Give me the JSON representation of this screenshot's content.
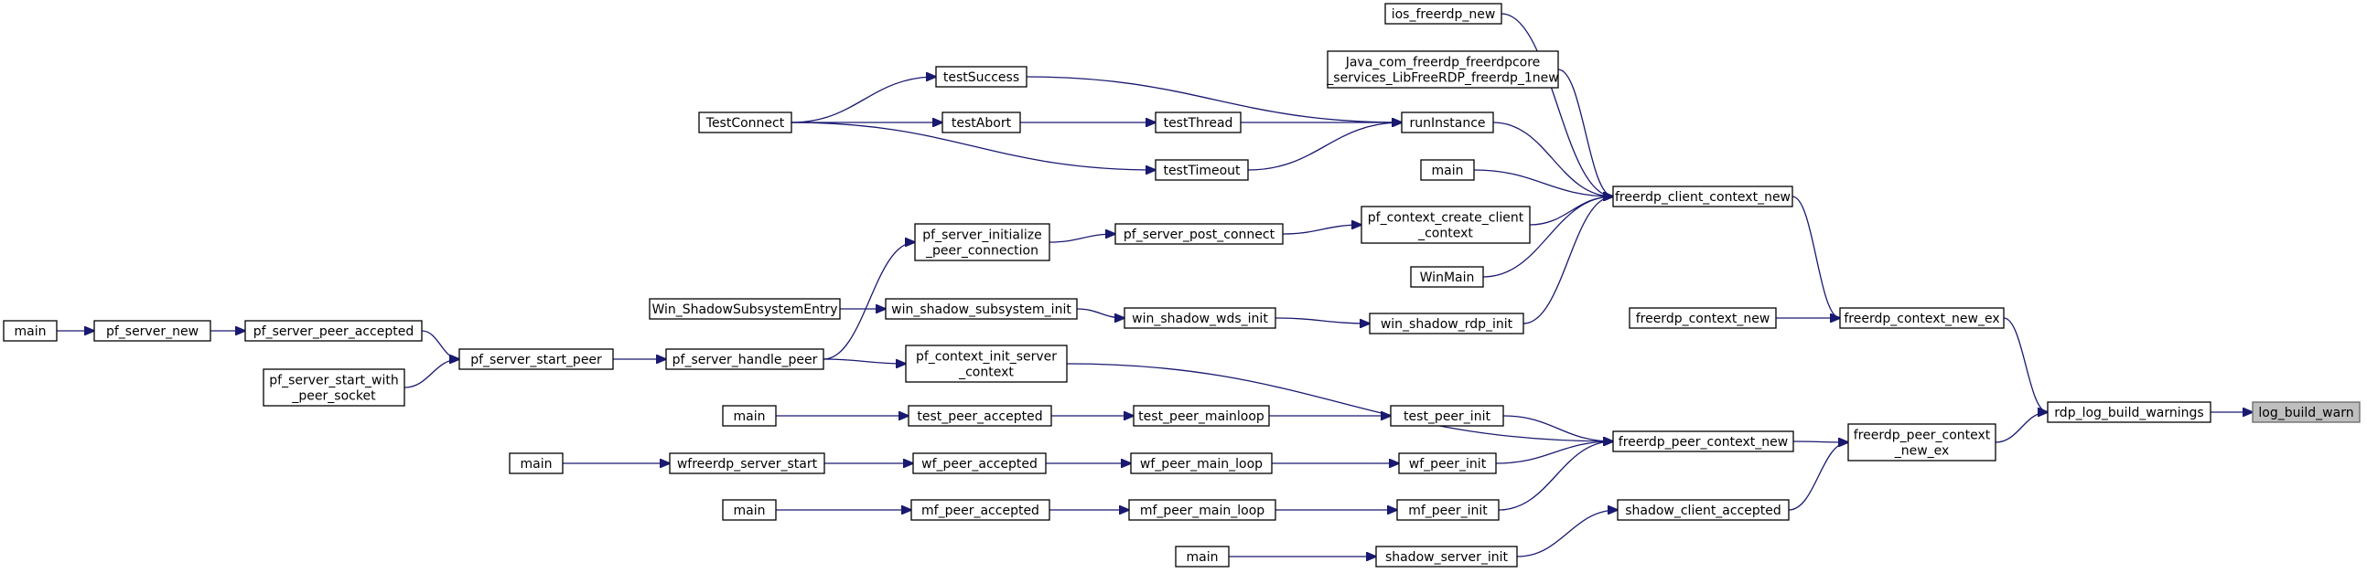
{
  "graph": {
    "focus_node": "log_build_warn",
    "colors": {
      "edge": "#191970",
      "node_border": "#000000",
      "focus_fill": "#bfbfbf",
      "focus_border": "#666666",
      "node_fill": "#ffffff"
    },
    "nodes": [
      {
        "id": "log_build_warn",
        "lines": [
          "log_build_warn"
        ]
      },
      {
        "id": "rdp_log_build_warnings",
        "lines": [
          "rdp_log_build_warnings"
        ]
      },
      {
        "id": "freerdp_context_new_ex",
        "lines": [
          "freerdp_context_new_ex"
        ]
      },
      {
        "id": "freerdp_peer_context_new_ex",
        "lines": [
          "freerdp_peer_context",
          "_new_ex"
        ]
      },
      {
        "id": "freerdp_context_new",
        "lines": [
          "freerdp_context_new"
        ]
      },
      {
        "id": "freerdp_client_context_new",
        "lines": [
          "freerdp_client_context_new"
        ]
      },
      {
        "id": "freerdp_peer_context_new",
        "lines": [
          "freerdp_peer_context_new"
        ]
      },
      {
        "id": "shadow_client_accepted",
        "lines": [
          "shadow_client_accepted"
        ]
      },
      {
        "id": "ios_freerdp_new",
        "lines": [
          "ios_freerdp_new"
        ]
      },
      {
        "id": "java_new",
        "lines": [
          "Java_com_freerdp_freerdpcore",
          "_services_LibFreeRDP_freerdp_1new"
        ]
      },
      {
        "id": "runInstance",
        "lines": [
          "runInstance"
        ]
      },
      {
        "id": "main_a",
        "lines": [
          "main"
        ]
      },
      {
        "id": "pf_context_create_client_context",
        "lines": [
          "pf_context_create_client",
          "_context"
        ]
      },
      {
        "id": "WinMain",
        "lines": [
          "WinMain"
        ]
      },
      {
        "id": "win_shadow_rdp_init",
        "lines": [
          "win_shadow_rdp_init"
        ]
      },
      {
        "id": "test_peer_init",
        "lines": [
          "test_peer_init"
        ]
      },
      {
        "id": "wf_peer_init",
        "lines": [
          "wf_peer_init"
        ]
      },
      {
        "id": "mf_peer_init",
        "lines": [
          "mf_peer_init"
        ]
      },
      {
        "id": "pf_context_init_server_context",
        "lines": [
          "pf_context_init_server",
          "_context"
        ]
      },
      {
        "id": "shadow_server_init",
        "lines": [
          "shadow_server_init"
        ]
      },
      {
        "id": "testSuccess",
        "lines": [
          "testSuccess"
        ]
      },
      {
        "id": "testThread",
        "lines": [
          "testThread"
        ]
      },
      {
        "id": "testTimeout",
        "lines": [
          "testTimeout"
        ]
      },
      {
        "id": "pf_server_post_connect",
        "lines": [
          "pf_server_post_connect"
        ]
      },
      {
        "id": "win_shadow_wds_init",
        "lines": [
          "win_shadow_wds_init"
        ]
      },
      {
        "id": "test_peer_mainloop",
        "lines": [
          "test_peer_mainloop"
        ]
      },
      {
        "id": "wf_peer_main_loop",
        "lines": [
          "wf_peer_main_loop"
        ]
      },
      {
        "id": "mf_peer_main_loop",
        "lines": [
          "mf_peer_main_loop"
        ]
      },
      {
        "id": "main_h",
        "lines": [
          "main"
        ]
      },
      {
        "id": "testAbort",
        "lines": [
          "testAbort"
        ]
      },
      {
        "id": "pf_server_initialize_peer_connection",
        "lines": [
          "pf_server_initialize",
          "_peer_connection"
        ]
      },
      {
        "id": "win_shadow_subsystem_init",
        "lines": [
          "win_shadow_subsystem_init"
        ]
      },
      {
        "id": "test_peer_accepted",
        "lines": [
          "test_peer_accepted"
        ]
      },
      {
        "id": "wf_peer_accepted",
        "lines": [
          "wf_peer_accepted"
        ]
      },
      {
        "id": "mf_peer_accepted",
        "lines": [
          "mf_peer_accepted"
        ]
      },
      {
        "id": "TestConnect",
        "lines": [
          "TestConnect"
        ]
      },
      {
        "id": "Win_ShadowSubsystemEntry",
        "lines": [
          "Win_ShadowSubsystemEntry"
        ]
      },
      {
        "id": "pf_server_handle_peer",
        "lines": [
          "pf_server_handle_peer"
        ]
      },
      {
        "id": "main_f",
        "lines": [
          "main"
        ]
      },
      {
        "id": "wfreerdp_server_start",
        "lines": [
          "wfreerdp_server_start"
        ]
      },
      {
        "id": "main_g",
        "lines": [
          "main"
        ]
      },
      {
        "id": "pf_server_start_peer",
        "lines": [
          "pf_server_start_peer"
        ]
      },
      {
        "id": "main_e",
        "lines": [
          "main"
        ]
      },
      {
        "id": "pf_server_peer_accepted",
        "lines": [
          "pf_server_peer_accepted"
        ]
      },
      {
        "id": "pf_server_start_with_peer_socket",
        "lines": [
          "pf_server_start_with",
          "_peer_socket"
        ]
      },
      {
        "id": "pf_server_new",
        "lines": [
          "pf_server_new"
        ]
      },
      {
        "id": "main_d",
        "lines": [
          "main"
        ]
      }
    ],
    "edges": [
      {
        "from": "log_build_warn",
        "to": "rdp_log_build_warnings"
      },
      {
        "from": "rdp_log_build_warnings",
        "to": "freerdp_context_new_ex"
      },
      {
        "from": "rdp_log_build_warnings",
        "to": "freerdp_peer_context_new_ex"
      },
      {
        "from": "freerdp_context_new_ex",
        "to": "freerdp_context_new"
      },
      {
        "from": "freerdp_context_new_ex",
        "to": "freerdp_client_context_new"
      },
      {
        "from": "freerdp_peer_context_new_ex",
        "to": "freerdp_peer_context_new"
      },
      {
        "from": "freerdp_peer_context_new_ex",
        "to": "shadow_client_accepted"
      },
      {
        "from": "freerdp_client_context_new",
        "to": "ios_freerdp_new"
      },
      {
        "from": "freerdp_client_context_new",
        "to": "java_new"
      },
      {
        "from": "freerdp_client_context_new",
        "to": "runInstance"
      },
      {
        "from": "freerdp_client_context_new",
        "to": "main_a"
      },
      {
        "from": "freerdp_client_context_new",
        "to": "pf_context_create_client_context"
      },
      {
        "from": "freerdp_client_context_new",
        "to": "WinMain"
      },
      {
        "from": "freerdp_client_context_new",
        "to": "win_shadow_rdp_init"
      },
      {
        "from": "freerdp_peer_context_new",
        "to": "pf_context_init_server_context"
      },
      {
        "from": "freerdp_peer_context_new",
        "to": "test_peer_init"
      },
      {
        "from": "freerdp_peer_context_new",
        "to": "wf_peer_init"
      },
      {
        "from": "freerdp_peer_context_new",
        "to": "mf_peer_init"
      },
      {
        "from": "shadow_client_accepted",
        "to": "shadow_server_init"
      },
      {
        "from": "runInstance",
        "to": "testSuccess"
      },
      {
        "from": "runInstance",
        "to": "testThread"
      },
      {
        "from": "runInstance",
        "to": "testTimeout"
      },
      {
        "from": "pf_context_create_client_context",
        "to": "pf_server_post_connect"
      },
      {
        "from": "win_shadow_rdp_init",
        "to": "win_shadow_wds_init"
      },
      {
        "from": "test_peer_init",
        "to": "test_peer_mainloop"
      },
      {
        "from": "wf_peer_init",
        "to": "wf_peer_main_loop"
      },
      {
        "from": "mf_peer_init",
        "to": "mf_peer_main_loop"
      },
      {
        "from": "shadow_server_init",
        "to": "main_h"
      },
      {
        "from": "testThread",
        "to": "testAbort"
      },
      {
        "from": "pf_server_post_connect",
        "to": "pf_server_initialize_peer_connection"
      },
      {
        "from": "win_shadow_wds_init",
        "to": "win_shadow_subsystem_init"
      },
      {
        "from": "test_peer_mainloop",
        "to": "test_peer_accepted"
      },
      {
        "from": "wf_peer_main_loop",
        "to": "wf_peer_accepted"
      },
      {
        "from": "mf_peer_main_loop",
        "to": "mf_peer_accepted"
      },
      {
        "from": "testSuccess",
        "to": "TestConnect"
      },
      {
        "from": "testAbort",
        "to": "TestConnect"
      },
      {
        "from": "testTimeout",
        "to": "TestConnect"
      },
      {
        "from": "win_shadow_subsystem_init",
        "to": "Win_ShadowSubsystemEntry"
      },
      {
        "from": "pf_server_initialize_peer_connection",
        "to": "pf_server_handle_peer"
      },
      {
        "from": "pf_context_init_server_context",
        "to": "pf_server_handle_peer"
      },
      {
        "from": "test_peer_accepted",
        "to": "main_f"
      },
      {
        "from": "wf_peer_accepted",
        "to": "wfreerdp_server_start"
      },
      {
        "from": "mf_peer_accepted",
        "to": "main_g"
      },
      {
        "from": "wfreerdp_server_start",
        "to": "main_e"
      },
      {
        "from": "pf_server_handle_peer",
        "to": "pf_server_start_peer"
      },
      {
        "from": "pf_server_start_peer",
        "to": "pf_server_peer_accepted"
      },
      {
        "from": "pf_server_start_peer",
        "to": "pf_server_start_with_peer_socket"
      },
      {
        "from": "pf_server_peer_accepted",
        "to": "pf_server_new"
      },
      {
        "from": "pf_server_new",
        "to": "main_d"
      }
    ]
  }
}
